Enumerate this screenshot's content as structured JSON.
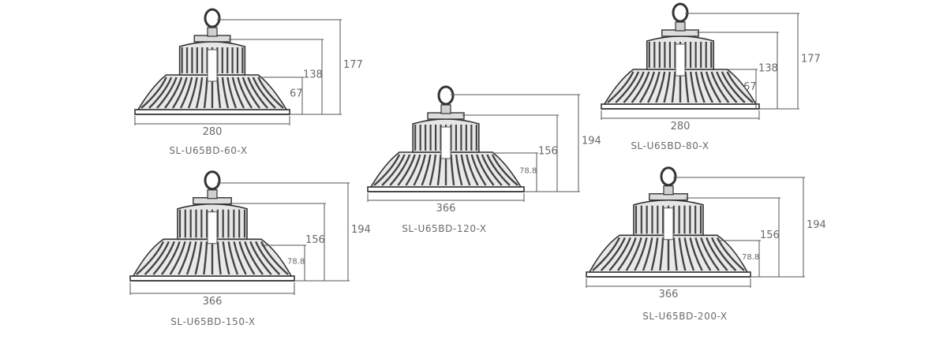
{
  "lamps": [
    {
      "model": "SL-U65BD-60-X",
      "width": "280",
      "heights": [
        "177",
        "138",
        "67"
      ]
    },
    {
      "model": "SL-U65BD-80-X",
      "width": "280",
      "heights": [
        "177",
        "138",
        "67"
      ]
    },
    {
      "model": "SL-U65BD-120-X",
      "width": "366",
      "heights": [
        "194",
        "156",
        "78.8"
      ]
    },
    {
      "model": "SL-U65BD-150-X",
      "width": "366",
      "heights": [
        "194",
        "156",
        "78.8"
      ]
    },
    {
      "model": "SL-U65BD-200-X",
      "width": "366",
      "heights": [
        "194",
        "156",
        "78.8"
      ]
    }
  ]
}
